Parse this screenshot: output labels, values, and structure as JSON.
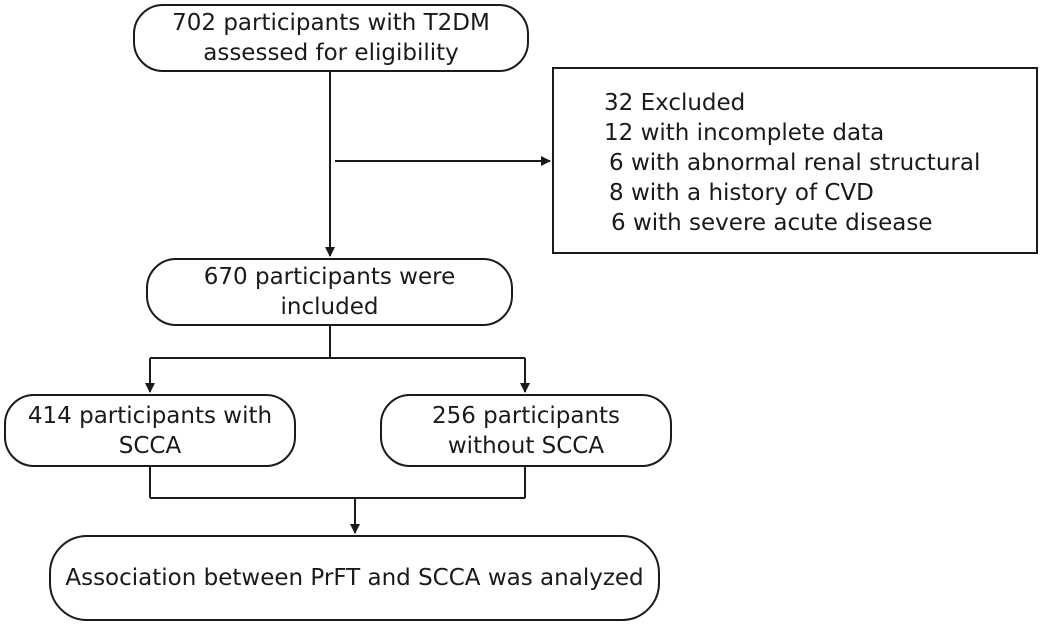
{
  "flowchart": {
    "eligibility": {
      "line1": "702 participants with T2DM",
      "line2": "assessed for eligibility"
    },
    "excluded": {
      "title": "32  Excluded",
      "reasons": [
        "12 with incomplete data",
        "6 with abnormal renal structural",
        "8  with a history of CVD",
        "6 with severe acute disease"
      ]
    },
    "included": {
      "line1": "670 participants  were",
      "line2": "included"
    },
    "with_scca": {
      "line1": "414 participants with",
      "line2": "SCCA"
    },
    "without_scca": {
      "line1": "256 participants",
      "line2": "without SCCA"
    },
    "analysis": {
      "line1": "Association between PrFT and SCCA was analyzed"
    }
  },
  "colors": {
    "stroke": "#1a1a1a",
    "background": "#ffffff"
  }
}
